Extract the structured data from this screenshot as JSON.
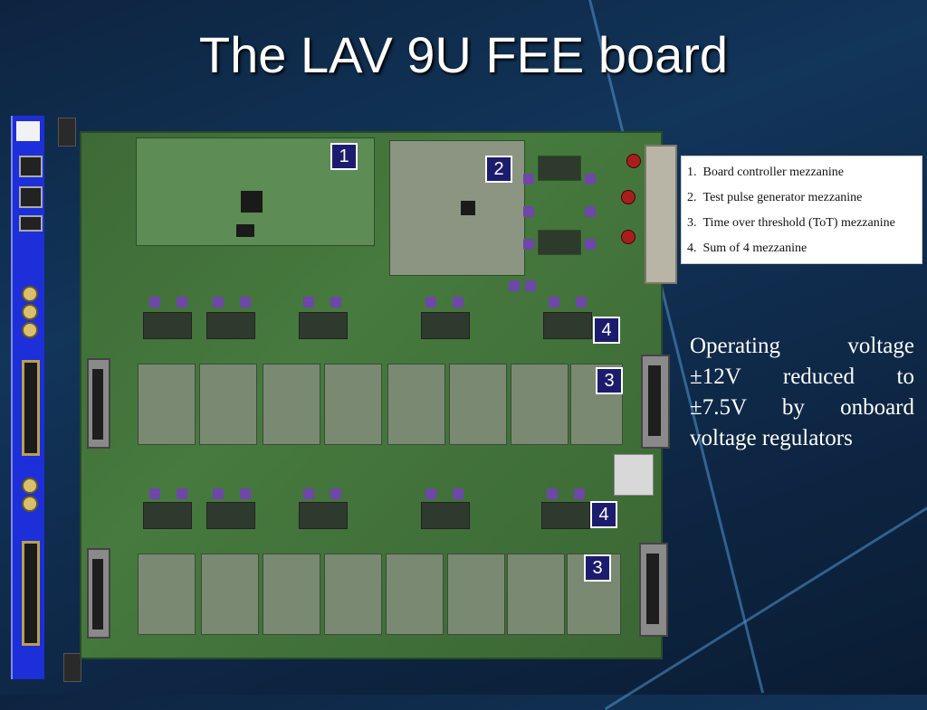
{
  "slide": {
    "title": "The LAV 9U FEE board",
    "legend": [
      {
        "num": "1.",
        "label": "Board controller mezzanine"
      },
      {
        "num": "2.",
        "label": "Test pulse generator mezzanine"
      },
      {
        "num": "3.",
        "label": "Time over threshold (ToT) mezzanine"
      },
      {
        "num": "4.",
        "label": "Sum of 4 mezzanine"
      }
    ],
    "caption_lines": [
      "Operating voltage",
      "±12V reduced to",
      "±7.5V by onboard",
      "voltage regulators"
    ],
    "badges": [
      "1",
      "2",
      "4",
      "3",
      "4",
      "3"
    ]
  },
  "colors": {
    "background": "#12355a",
    "board_green": "#467a3e",
    "front_panel_blue": "#1d2fd8",
    "badge_fill": "#1c1c6e"
  },
  "photo": {
    "subject": "9U front-end electronics circuit board with mezzanines"
  }
}
